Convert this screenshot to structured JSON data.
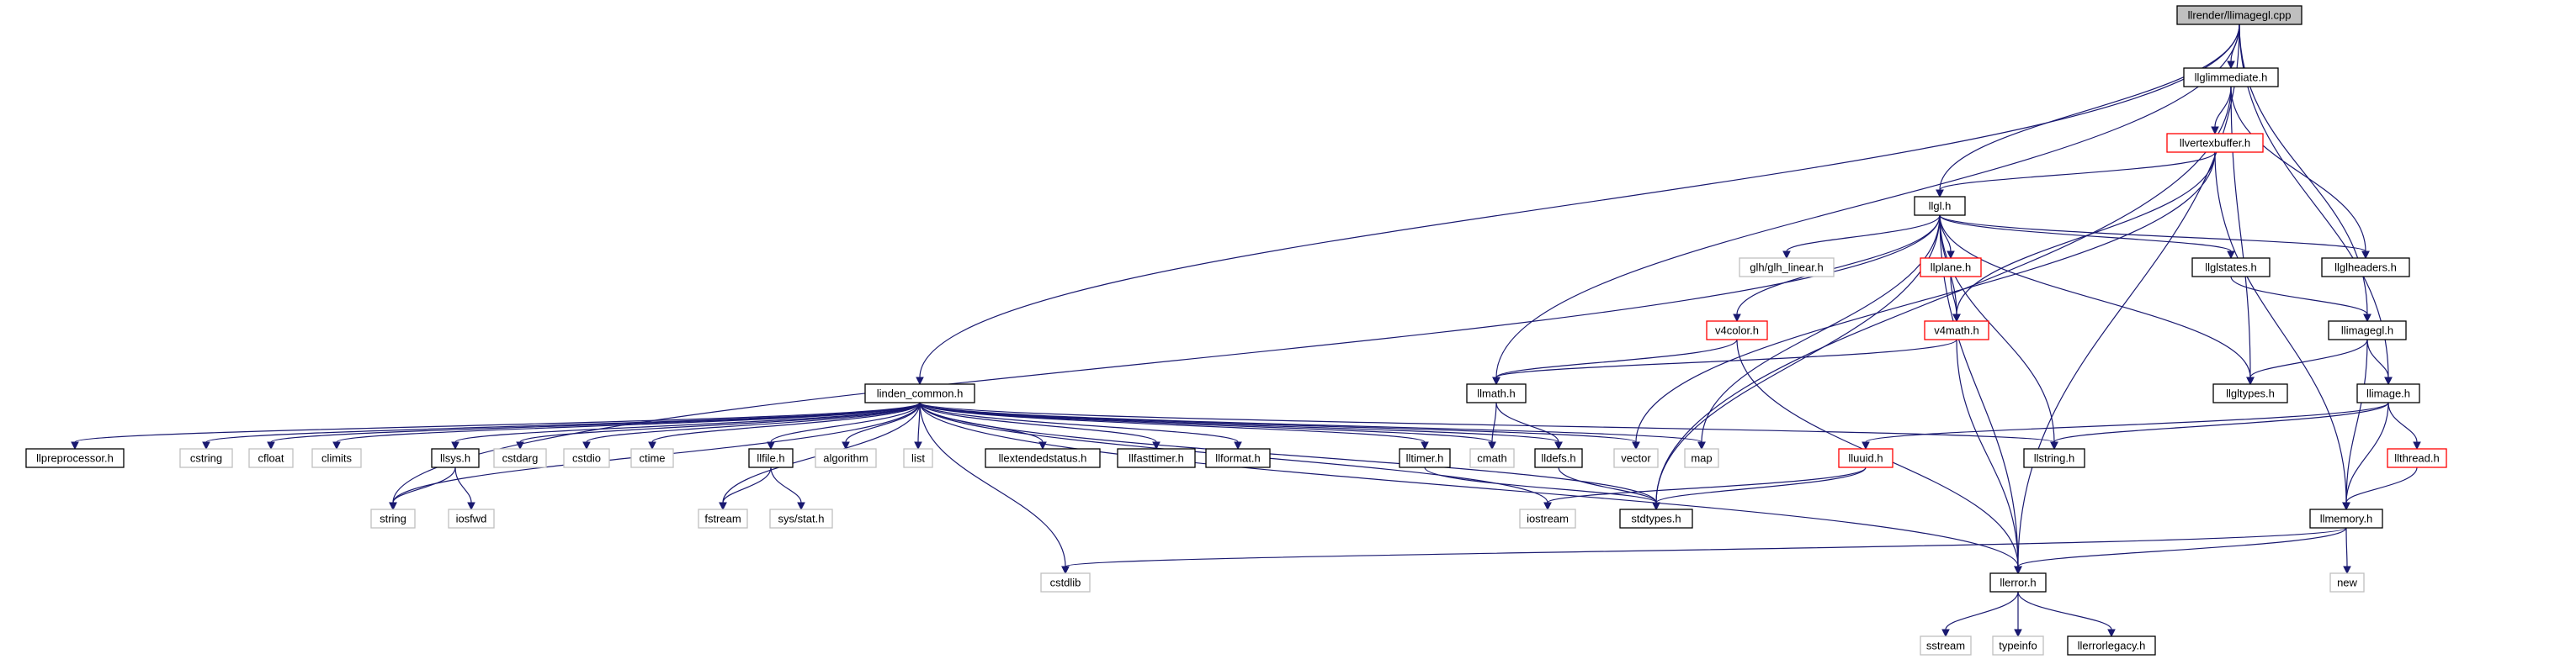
{
  "title": "llrender/llimagegl.cpp",
  "colors": {
    "edge": "#191970",
    "root_fill": "#bfbfbf",
    "link_border": "#000000",
    "incomplete_border": "#ff0000",
    "external_border": "#bfbfbf"
  },
  "nodes": [
    {
      "id": "root",
      "label": "llrender/llimagegl.cpp",
      "style": "root"
    },
    {
      "id": "llglimmediate",
      "label": "llglimmediate.h",
      "style": "link"
    },
    {
      "id": "llvertexbuffer",
      "label": "llvertexbuffer.h",
      "style": "incomplete"
    },
    {
      "id": "llgl",
      "label": "llgl.h",
      "style": "link"
    },
    {
      "id": "glh_linear",
      "label": "glh/glh_linear.h",
      "style": "external"
    },
    {
      "id": "llplane",
      "label": "llplane.h",
      "style": "incomplete"
    },
    {
      "id": "llglstates",
      "label": "llglstates.h",
      "style": "link"
    },
    {
      "id": "llglheaders",
      "label": "llglheaders.h",
      "style": "link"
    },
    {
      "id": "v4color",
      "label": "v4color.h",
      "style": "incomplete"
    },
    {
      "id": "v4math",
      "label": "v4math.h",
      "style": "incomplete"
    },
    {
      "id": "llimagegl",
      "label": "llimagegl.h",
      "style": "link"
    },
    {
      "id": "llgltypes",
      "label": "llgltypes.h",
      "style": "link"
    },
    {
      "id": "llimage",
      "label": "llimage.h",
      "style": "link"
    },
    {
      "id": "llmath",
      "label": "llmath.h",
      "style": "link"
    },
    {
      "id": "linden_common",
      "label": "linden_common.h",
      "style": "link"
    },
    {
      "id": "llpreprocessor",
      "label": "llpreprocessor.h",
      "style": "link"
    },
    {
      "id": "cstring",
      "label": "cstring",
      "style": "external"
    },
    {
      "id": "cfloat",
      "label": "cfloat",
      "style": "external"
    },
    {
      "id": "climits",
      "label": "climits",
      "style": "external"
    },
    {
      "id": "llsys",
      "label": "llsys.h",
      "style": "link"
    },
    {
      "id": "cstdarg",
      "label": "cstdarg",
      "style": "external"
    },
    {
      "id": "cstdio",
      "label": "cstdio",
      "style": "external"
    },
    {
      "id": "ctime",
      "label": "ctime",
      "style": "external"
    },
    {
      "id": "llfile",
      "label": "llfile.h",
      "style": "link"
    },
    {
      "id": "algorithm",
      "label": "algorithm",
      "style": "external"
    },
    {
      "id": "list",
      "label": "list",
      "style": "external"
    },
    {
      "id": "llextendedstatus",
      "label": "llextendedstatus.h",
      "style": "link"
    },
    {
      "id": "llfasttimer",
      "label": "llfasttimer.h",
      "style": "link"
    },
    {
      "id": "llformat",
      "label": "llformat.h",
      "style": "link"
    },
    {
      "id": "lltimer",
      "label": "lltimer.h",
      "style": "link"
    },
    {
      "id": "cmath",
      "label": "cmath",
      "style": "external"
    },
    {
      "id": "lldefs",
      "label": "lldefs.h",
      "style": "link"
    },
    {
      "id": "vector",
      "label": "vector",
      "style": "external"
    },
    {
      "id": "map",
      "label": "map",
      "style": "external"
    },
    {
      "id": "llstring",
      "label": "llstring.h",
      "style": "link"
    },
    {
      "id": "lluuid",
      "label": "lluuid.h",
      "style": "incomplete"
    },
    {
      "id": "llthread",
      "label": "llthread.h",
      "style": "incomplete"
    },
    {
      "id": "string",
      "label": "string",
      "style": "external"
    },
    {
      "id": "iosfwd",
      "label": "iosfwd",
      "style": "external"
    },
    {
      "id": "fstream",
      "label": "fstream",
      "style": "external"
    },
    {
      "id": "sysstat",
      "label": "sys/stat.h",
      "style": "external"
    },
    {
      "id": "iostream",
      "label": "iostream",
      "style": "external"
    },
    {
      "id": "stdtypes",
      "label": "stdtypes.h",
      "style": "link"
    },
    {
      "id": "llmemory",
      "label": "llmemory.h",
      "style": "link"
    },
    {
      "id": "cstdlib",
      "label": "cstdlib",
      "style": "external"
    },
    {
      "id": "llerror",
      "label": "llerror.h",
      "style": "link"
    },
    {
      "id": "new",
      "label": "new",
      "style": "external"
    },
    {
      "id": "sstream",
      "label": "sstream",
      "style": "external"
    },
    {
      "id": "typeinfo",
      "label": "typeinfo",
      "style": "external"
    },
    {
      "id": "llerrorlegacy",
      "label": "llerrorlegacy.h",
      "style": "link"
    }
  ],
  "edges": [
    [
      "root",
      "llglimmediate"
    ],
    [
      "root",
      "llgl"
    ],
    [
      "root",
      "llmath"
    ],
    [
      "root",
      "linden_common"
    ],
    [
      "root",
      "llimagegl"
    ],
    [
      "root",
      "llimage"
    ],
    [
      "root",
      "llerror"
    ],
    [
      "llglimmediate",
      "llvertexbuffer"
    ],
    [
      "llglimmediate",
      "stdtypes"
    ],
    [
      "llglimmediate",
      "llglheaders"
    ],
    [
      "llglimmediate",
      "llgltypes"
    ],
    [
      "llvertexbuffer",
      "llgl"
    ],
    [
      "llvertexbuffer",
      "v4math"
    ],
    [
      "llvertexbuffer",
      "llmemory"
    ],
    [
      "llvertexbuffer",
      "vector"
    ],
    [
      "llgl",
      "glh_linear"
    ],
    [
      "llgl",
      "llplane"
    ],
    [
      "llgl",
      "llglstates"
    ],
    [
      "llgl",
      "llglheaders"
    ],
    [
      "llgl",
      "v4color"
    ],
    [
      "llgl",
      "v4math"
    ],
    [
      "llgl",
      "llgltypes"
    ],
    [
      "llgl",
      "llstring"
    ],
    [
      "llgl",
      "stdtypes"
    ],
    [
      "llgl",
      "llerror"
    ],
    [
      "llgl",
      "string"
    ],
    [
      "llgl",
      "map"
    ],
    [
      "llplane",
      "v4math"
    ],
    [
      "llglstates",
      "llimagegl"
    ],
    [
      "v4color",
      "llmath"
    ],
    [
      "v4color",
      "llerror"
    ],
    [
      "v4math",
      "llmath"
    ],
    [
      "v4math",
      "llerror"
    ],
    [
      "llimagegl",
      "llgltypes"
    ],
    [
      "llimagegl",
      "llimage"
    ],
    [
      "llimagegl",
      "llmemory"
    ],
    [
      "llimage",
      "lluuid"
    ],
    [
      "llimage",
      "llstring"
    ],
    [
      "llimage",
      "llthread"
    ],
    [
      "llimage",
      "llmemory"
    ],
    [
      "llthread",
      "llmemory"
    ],
    [
      "llmath",
      "cmath"
    ],
    [
      "llmath",
      "lldefs"
    ],
    [
      "linden_common",
      "llpreprocessor"
    ],
    [
      "linden_common",
      "cstring"
    ],
    [
      "linden_common",
      "cfloat"
    ],
    [
      "linden_common",
      "climits"
    ],
    [
      "linden_common",
      "llsys"
    ],
    [
      "linden_common",
      "cstdarg"
    ],
    [
      "linden_common",
      "cstdio"
    ],
    [
      "linden_common",
      "ctime"
    ],
    [
      "linden_common",
      "llfile"
    ],
    [
      "linden_common",
      "algorithm"
    ],
    [
      "linden_common",
      "list"
    ],
    [
      "linden_common",
      "llextendedstatus"
    ],
    [
      "linden_common",
      "llfasttimer"
    ],
    [
      "linden_common",
      "llformat"
    ],
    [
      "linden_common",
      "lltimer"
    ],
    [
      "linden_common",
      "cmath"
    ],
    [
      "linden_common",
      "lldefs"
    ],
    [
      "linden_common",
      "vector"
    ],
    [
      "linden_common",
      "map"
    ],
    [
      "linden_common",
      "llstring"
    ],
    [
      "linden_common",
      "string"
    ],
    [
      "linden_common",
      "fstream"
    ],
    [
      "linden_common",
      "iostream"
    ],
    [
      "linden_common",
      "stdtypes"
    ],
    [
      "linden_common",
      "cstdlib"
    ],
    [
      "linden_common",
      "llerror"
    ],
    [
      "llsys",
      "string"
    ],
    [
      "llsys",
      "iosfwd"
    ],
    [
      "llfile",
      "fstream"
    ],
    [
      "llfile",
      "sysstat"
    ],
    [
      "lltimer",
      "stdtypes"
    ],
    [
      "lldefs",
      "stdtypes"
    ],
    [
      "lluuid",
      "stdtypes"
    ],
    [
      "lluuid",
      "iostream"
    ],
    [
      "llmemory",
      "cstdlib"
    ],
    [
      "llmemory",
      "llerror"
    ],
    [
      "llmemory",
      "new"
    ],
    [
      "llerror",
      "sstream"
    ],
    [
      "llerror",
      "typeinfo"
    ],
    [
      "llerror",
      "llerrorlegacy"
    ]
  ]
}
